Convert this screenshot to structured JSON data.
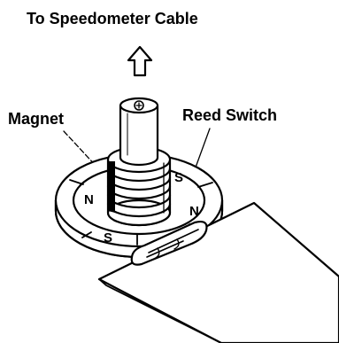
{
  "labels": {
    "top_caption": "To Speedometer Cable",
    "magnet": "Magnet",
    "reed_switch": "Reed Switch"
  },
  "poles": {
    "left_n": "N",
    "upper_s": "S",
    "right_n": "N",
    "lower_s": "S"
  },
  "icons": {
    "direction_arrow": "up-arrow-outline-icon"
  }
}
